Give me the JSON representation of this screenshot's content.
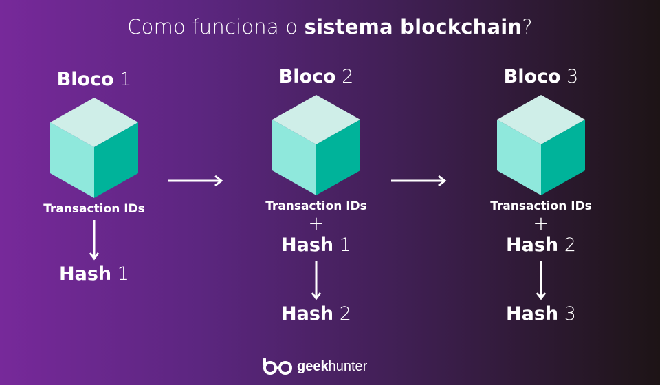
{
  "title": {
    "prefix": "Como funciona o ",
    "bold": "sistema blockchain",
    "suffix": "?"
  },
  "blocks": [
    {
      "label": "Bloco",
      "number": "1",
      "transaction": "Transaction IDs",
      "plus": "",
      "prev_hash_label": "",
      "prev_hash_number": "",
      "hash_label": "Hash",
      "hash_number": "1"
    },
    {
      "label": "Bloco",
      "number": "2",
      "transaction": "Transaction IDs",
      "plus": "+",
      "prev_hash_label": "Hash",
      "prev_hash_number": "1",
      "hash_label": "Hash",
      "hash_number": "2"
    },
    {
      "label": "Bloco",
      "number": "3",
      "transaction": "Transaction IDs",
      "plus": "+",
      "prev_hash_label": "Hash",
      "prev_hash_number": "2",
      "hash_label": "Hash",
      "hash_number": "3"
    }
  ],
  "brand": {
    "name_bold": "geek",
    "name_light": "hunter"
  },
  "colors": {
    "cube_top": "#cfeee8",
    "cube_left": "#8fe8dc",
    "cube_right": "#00b39a"
  }
}
